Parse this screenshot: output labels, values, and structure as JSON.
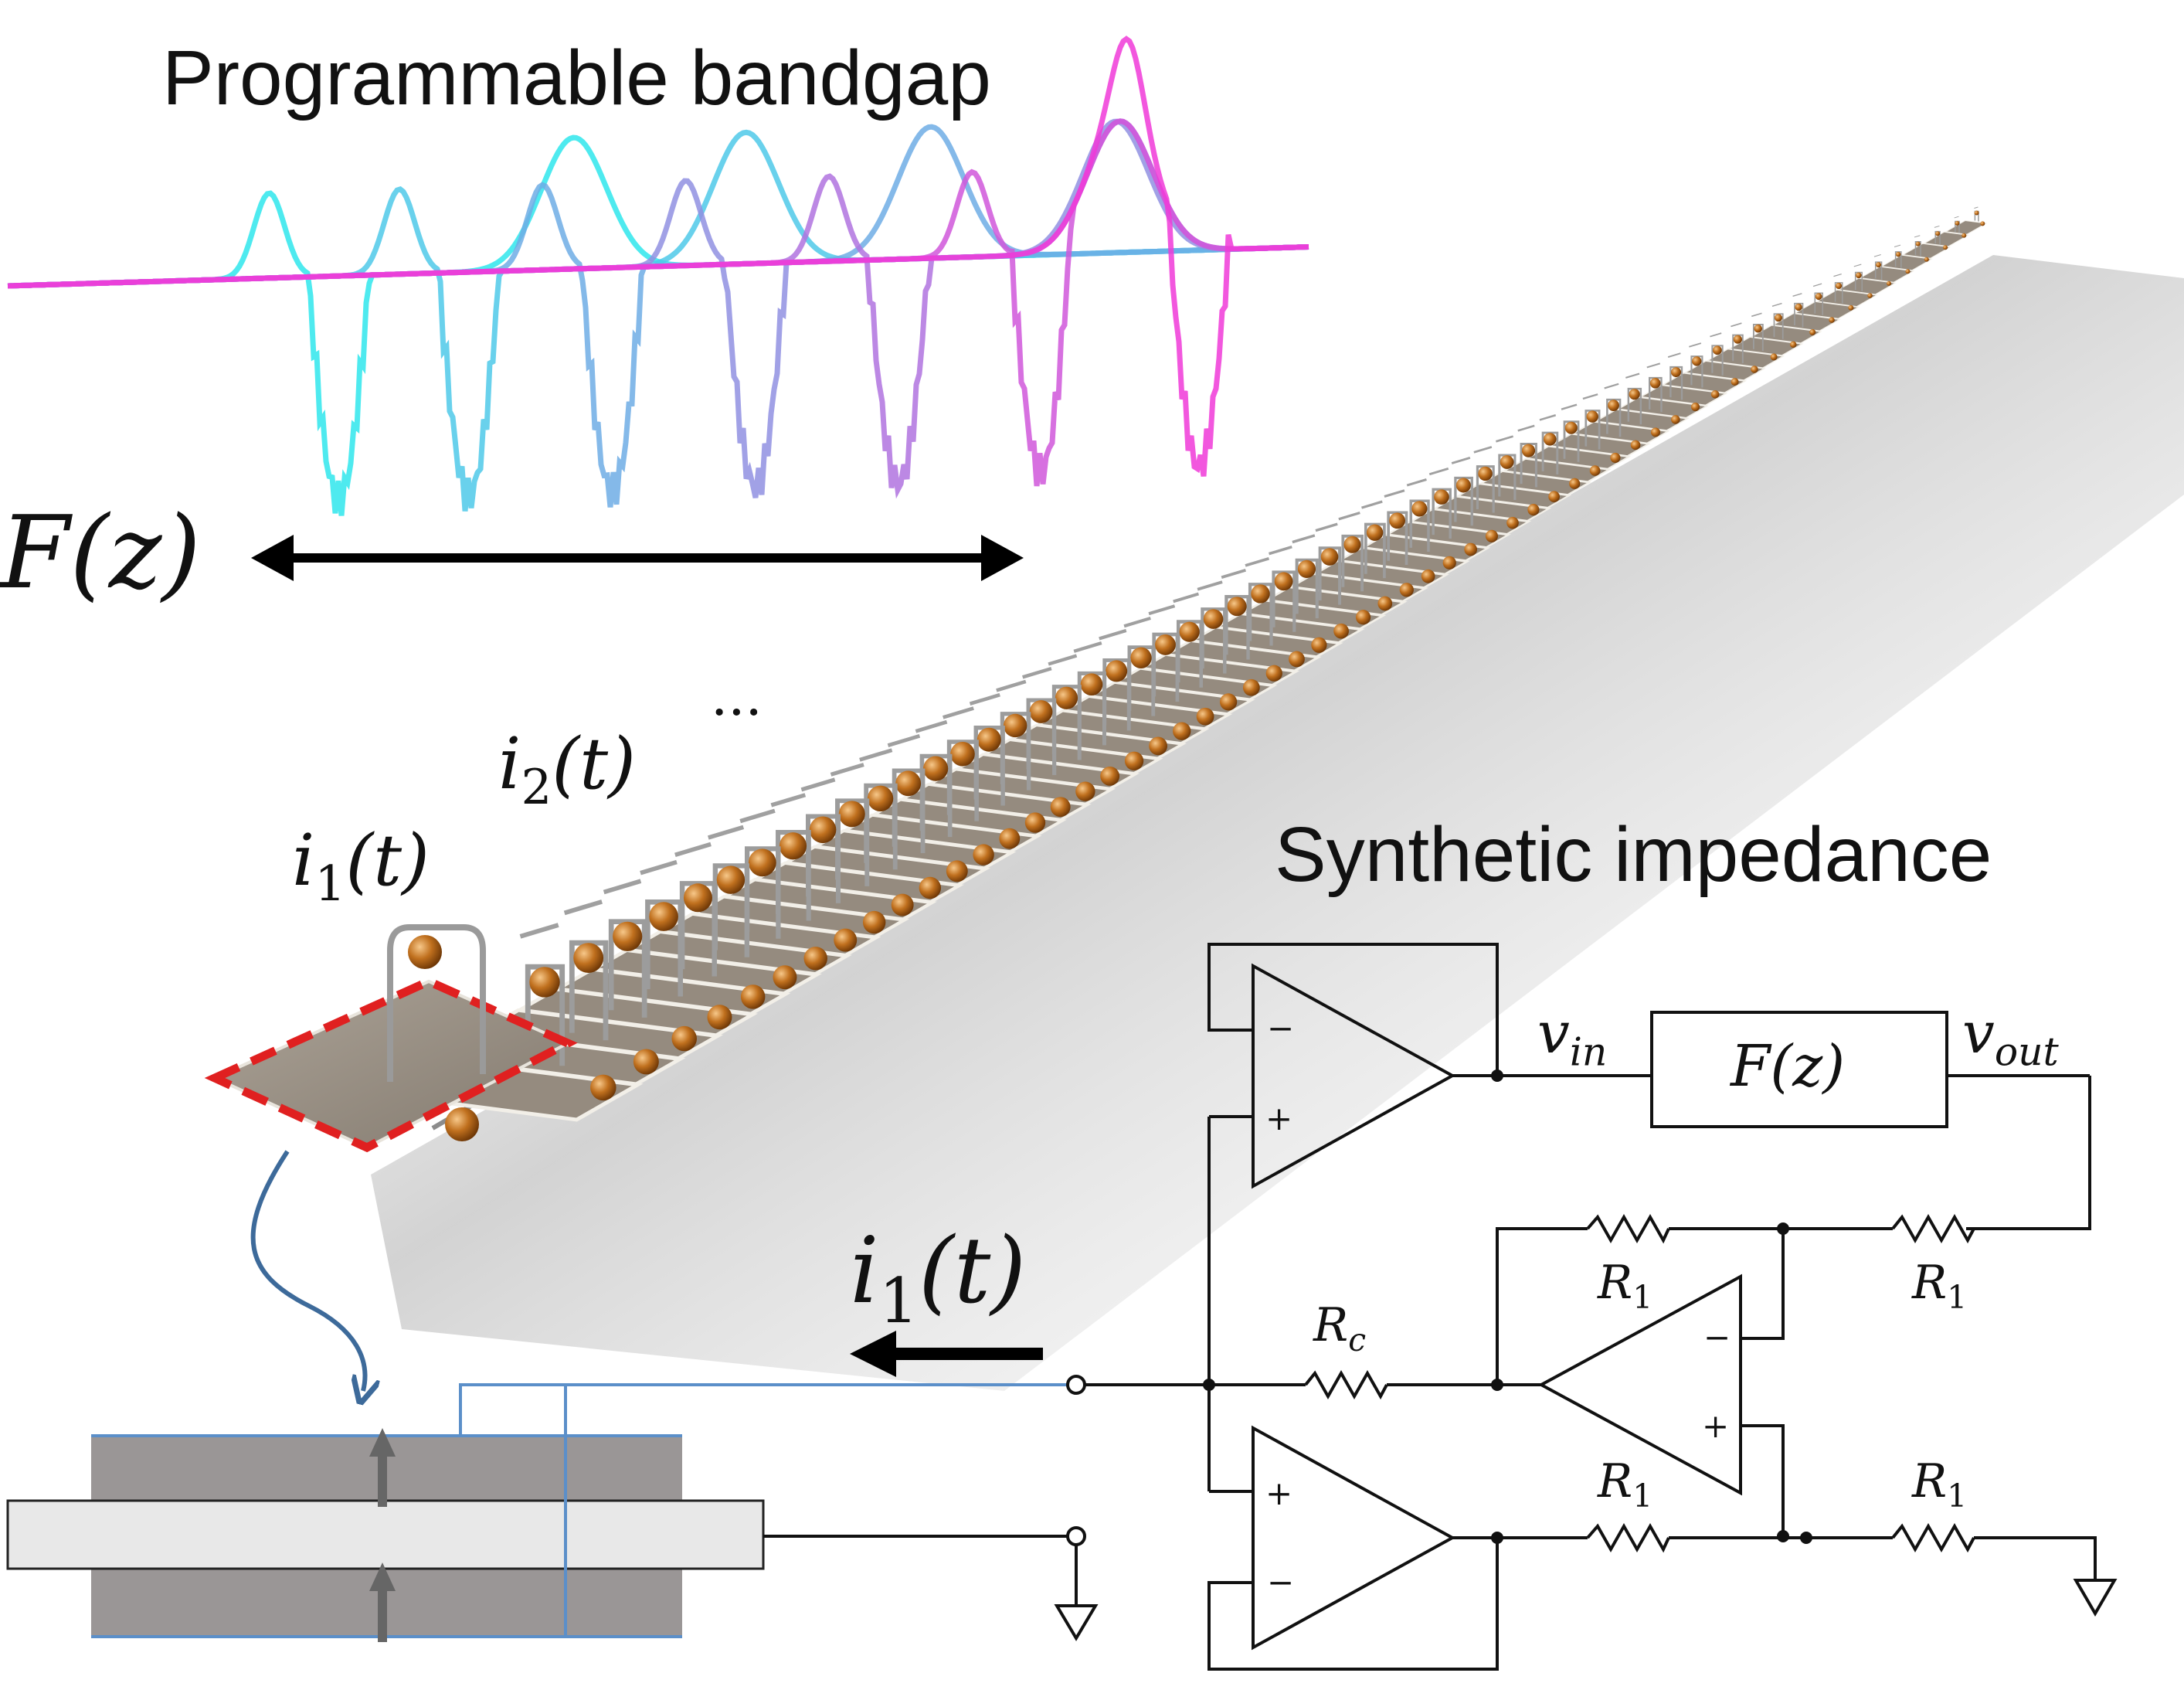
{
  "figure": {
    "title_bandgap": "Programmable bandgap",
    "title_impedance": "Synthetic impedance",
    "filter_label": "F(z)",
    "left_filter_label": "F(z)",
    "current_label_1": "i1(t)",
    "current_label_2": "i2(t)",
    "current_label_big": "i1(t)",
    "ellipsis": "...",
    "v_in": "vin",
    "v_out": "vout",
    "resistor_c": "Rc",
    "resistor_1": "R1",
    "opamp_minus": "−",
    "opamp_plus": "+"
  },
  "colors": {
    "cyan": "#2fe6ec",
    "magenta": "#f03ad8",
    "highlight_dashed": "#e02020",
    "blue_wire": "#5b8fc9",
    "plate": "#9a8f83",
    "bead": "#c0701e"
  },
  "spectra": {
    "count": 7,
    "peak_fractions": [
      0.1,
      0.2,
      0.31,
      0.42,
      0.53,
      0.64,
      0.76
    ]
  },
  "lattice": {
    "unit_cells": 60
  }
}
